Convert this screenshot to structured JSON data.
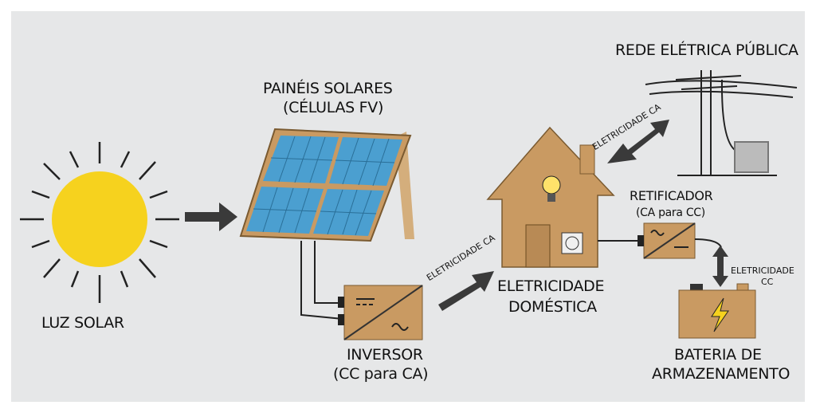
{
  "labels": {
    "sun": "LUZ SOLAR",
    "panels_line1": "PAINÉIS SOLARES",
    "panels_line2": "(CÉLULAS FV)",
    "inverter_line1": "INVERSOR",
    "inverter_line2": "(CC para CA)",
    "house_line1": "ELETRICIDADE",
    "house_line2": "DOMÉSTICA",
    "grid": "REDE ELÉTRICA PÚBLICA",
    "rectifier_line1": "RETIFICADOR",
    "rectifier_line2": "(CA para CC)",
    "battery_line1": "BATERIA DE",
    "battery_line2": "ARMAZENAMENTO",
    "arrow_ac_house": "ELETRICIDADE CA",
    "arrow_ac_grid": "ELETRICIDADE CA",
    "arrow_dc_line1": "ELETRICIDADE",
    "arrow_dc_line2": "CC"
  },
  "colors": {
    "background": "#e6e7e8",
    "sun": "#f6d21e",
    "cardboard": "#c99a62",
    "panel_cell": "#4b9fd0",
    "arrow": "#3a3a3a"
  }
}
